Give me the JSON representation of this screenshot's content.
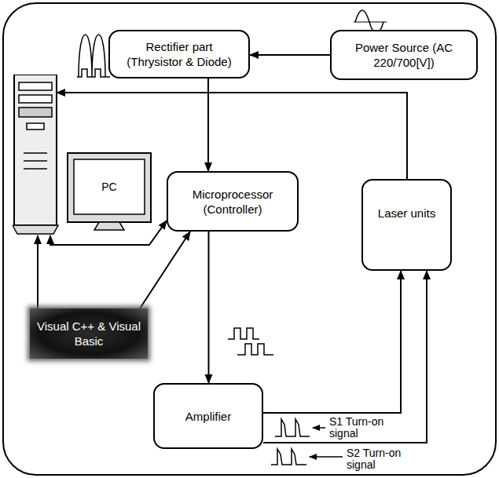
{
  "diagram": {
    "nodes": [
      {
        "text": [
          "Rectifier part (Thrysistor & Diode)"
        ]
      },
      {
        "text": [
          "Power Source (AC 220/700[V])"
        ]
      },
      {
        "text": [
          "PC"
        ]
      },
      {
        "text": [
          "Microprocessor (Controller)"
        ]
      },
      {
        "text": [
          "Laser units"
        ]
      },
      {
        "text": [
          "Visual C++ & Visual Basic"
        ]
      },
      {
        "text": [
          "Amplifier"
        ]
      }
    ],
    "edges": [
      {
        "from": 1,
        "to": 0,
        "arrow": "to"
      },
      {
        "from": 0,
        "to": 3,
        "arrow": "to"
      },
      {
        "from": 4,
        "to": 2,
        "arrow": "to"
      },
      {
        "from": 3,
        "to": 6,
        "arrow": "to"
      },
      {
        "from": 6,
        "to": 4,
        "arrow": "to"
      },
      {
        "from": 6,
        "to": 4,
        "arrow": "to"
      },
      {
        "from": 5,
        "to": 2,
        "arrow": "to"
      },
      {
        "from": 5,
        "to": 3,
        "arrow": "to"
      },
      {
        "from": 2,
        "to": 3,
        "arrow": "both"
      }
    ],
    "labels": [
      "S1 Turn-on signal",
      "S2 Turn-on signal"
    ]
  }
}
